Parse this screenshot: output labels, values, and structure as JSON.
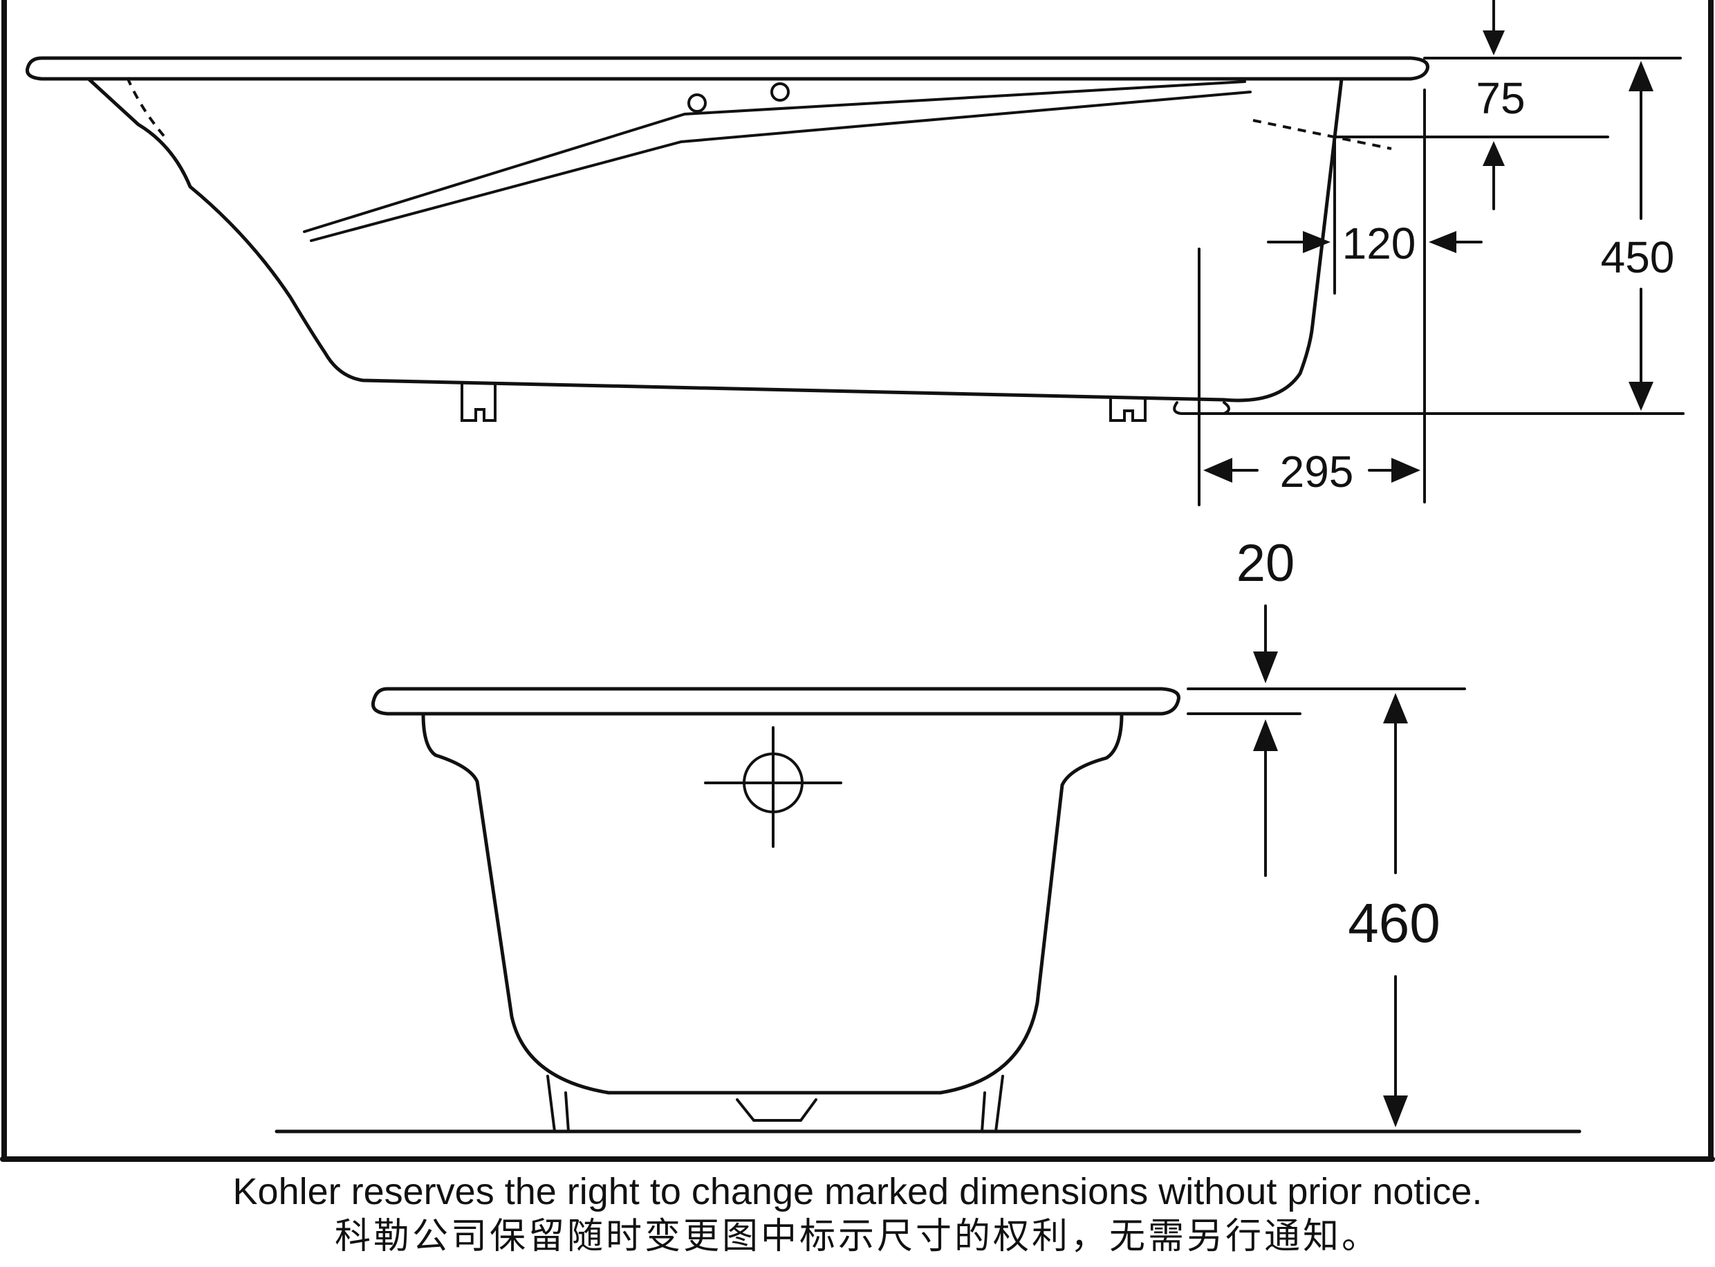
{
  "dimensions": {
    "side_top_offset": "75",
    "side_wall_thickness": "120",
    "side_height": "450",
    "side_base_offset": "295",
    "front_rim_thickness": "20",
    "front_height": "460"
  },
  "footer": {
    "english": "Kohler reserves the right to change marked dimensions without prior notice.",
    "chinese": "科勒公司保留随时变更图中标示尺寸的权利，无需另行通知。"
  }
}
